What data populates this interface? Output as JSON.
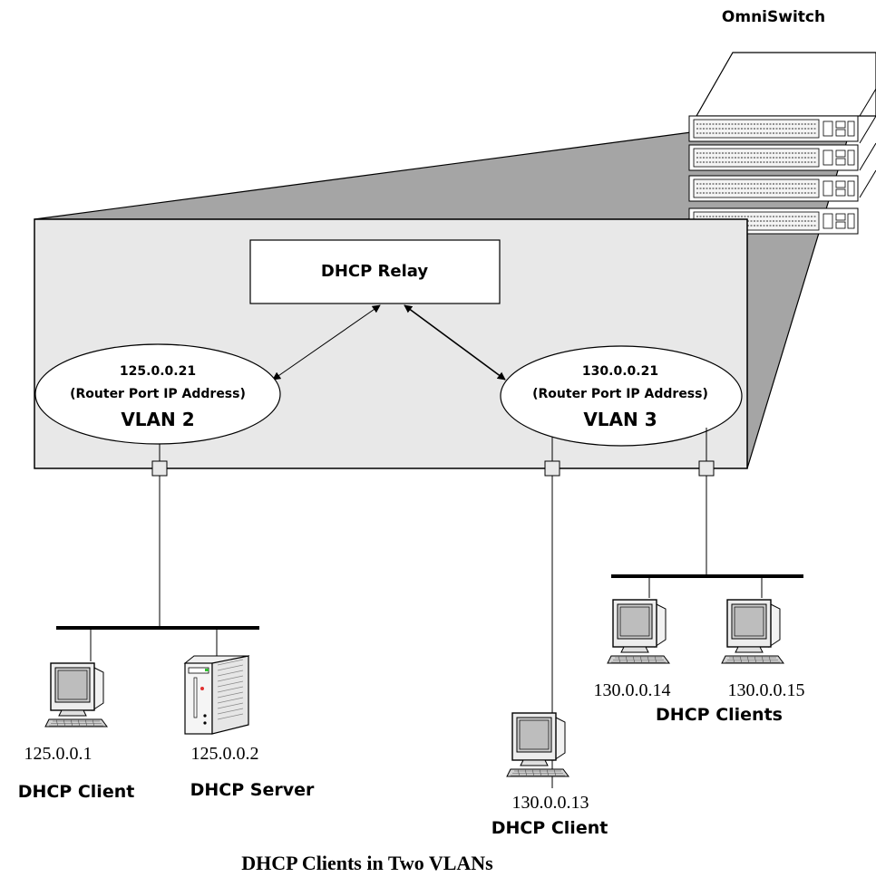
{
  "switch": {
    "label": "OmniSwitch"
  },
  "relay": {
    "label": "DHCP Relay"
  },
  "vlans": [
    {
      "ip": "125.0.0.21",
      "role": "(Router Port IP Address)",
      "name": "VLAN 2"
    },
    {
      "ip": "130.0.0.21",
      "role": "(Router Port IP Address)",
      "name": "VLAN 3"
    }
  ],
  "hosts": [
    {
      "ip": "125.0.0.1",
      "role": "DHCP Client"
    },
    {
      "ip": "125.0.0.2",
      "role": "DHCP Server"
    },
    {
      "ip": "130.0.0.13",
      "role": "DHCP Client"
    },
    {
      "ip": "130.0.0.14"
    },
    {
      "ip": "130.0.0.15"
    }
  ],
  "group_label": "DHCP Clients",
  "caption": "DHCP Clients in Two VLANs"
}
